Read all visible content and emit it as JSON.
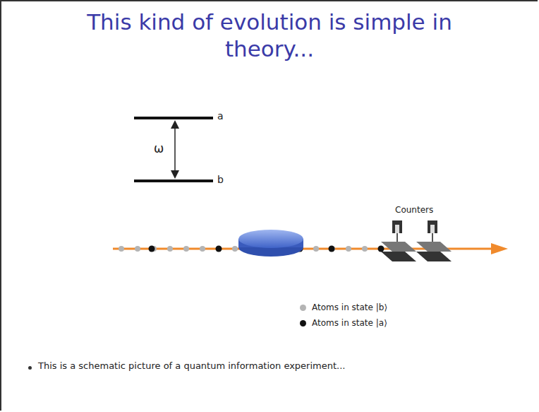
{
  "diagram": {
    "title": "This kind of evolution is simple in theory...",
    "labels": [
      "a",
      "b",
      "ω",
      "Counters",
      "This is a schematic picture of a quantum information experiment..."
    ],
    "legend": [
      {
        "text": "Atoms in state |b⟩",
        "color": "#b4b4b4"
      },
      {
        "text": "Atoms in state |a⟩",
        "color": "#111111"
      }
    ]
  }
}
